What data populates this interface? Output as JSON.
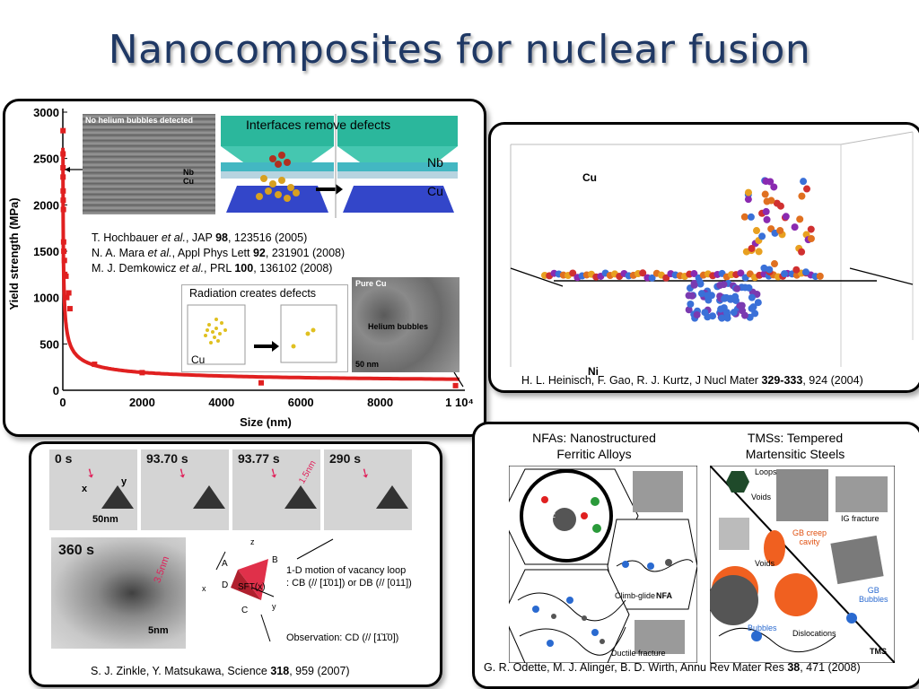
{
  "title": "Nanocomposites for nuclear fusion",
  "panel1": {
    "chart_data": {
      "type": "scatter",
      "xlabel": "Size (nm)",
      "ylabel": "Yield strength (MPa)",
      "xlim": [
        0,
        10000
      ],
      "ylim": [
        0,
        3000
      ],
      "x_ticks": [
        "0",
        "2000",
        "4000",
        "6000",
        "8000",
        "1 10⁴"
      ],
      "y_ticks": [
        "0",
        "500",
        "1000",
        "1500",
        "2000",
        "2500",
        "3000"
      ],
      "points": [
        {
          "x": 5,
          "y": 2800
        },
        {
          "x": 5,
          "y": 2550
        },
        {
          "x": 5,
          "y": 2400
        },
        {
          "x": 5,
          "y": 2300
        },
        {
          "x": 8,
          "y": 2150
        },
        {
          "x": 10,
          "y": 2050
        },
        {
          "x": 15,
          "y": 1950
        },
        {
          "x": 20,
          "y": 1600
        },
        {
          "x": 25,
          "y": 1500
        },
        {
          "x": 40,
          "y": 1400
        },
        {
          "x": 50,
          "y": 1250
        },
        {
          "x": 80,
          "y": 1230
        },
        {
          "x": 100,
          "y": 1000
        },
        {
          "x": 150,
          "y": 1050
        },
        {
          "x": 180,
          "y": 880
        },
        {
          "x": 800,
          "y": 280
        },
        {
          "x": 2000,
          "y": 190
        },
        {
          "x": 5000,
          "y": 80
        },
        {
          "x": 9900,
          "y": 50
        }
      ],
      "fit_curve": true,
      "color": "#e02020"
    },
    "inset_tem_label": "No helium bubbles detected",
    "inset_nb": "Nb",
    "inset_cu": "Cu",
    "md_title": "Interfaces remove defects",
    "md_nb": "Nb",
    "md_cu": "Cu",
    "refs": [
      {
        "pre": "T. Hochbauer ",
        "italic": "et al.",
        "mid": ", JAP ",
        "bold": "98",
        "post": ", 123516 (2005)"
      },
      {
        "pre": "N. A. Mara ",
        "italic": "et al.",
        "mid": ", Appl Phys Lett ",
        "bold": "92",
        "post": ", 231901 (2008)"
      },
      {
        "pre": "M. J. Demkowicz ",
        "italic": "et al.",
        "mid": ", PRL ",
        "bold": "100",
        "post": ", 136102 (2008)"
      }
    ],
    "rad_title": "Radiation creates defects",
    "rad_cu": "Cu",
    "purecu_label": "Pure Cu",
    "helium_label": "Helium bubbles",
    "scale_label": "50 nm"
  },
  "panel2": {
    "cu_label": "Cu",
    "ni_label": "Ni",
    "citation": {
      "pre": "H. L. Heinisch, F. Gao, R. J. Kurtz, J Nucl Mater ",
      "bold": "329-333",
      "post": ", 924 (2004)"
    }
  },
  "panel3": {
    "frames": [
      "0 s",
      "93.70 s",
      "93.77 s",
      "290 s"
    ],
    "frame_x": "x",
    "frame_y": "y",
    "scale_top": "50nm",
    "frame_large": "360 s",
    "measure_large": "3.5nm",
    "measure_small": "1.5nm",
    "scale_large": "5nm",
    "motion_line1": "1-D motion of vacancy loop",
    "motion_line2": ": CB (// [1̄01]) or DB (// [011])",
    "observation": "Observation: CD (// [1̄1̄0])",
    "sft_label": "SFT(x)",
    "tetra": {
      "a": "A",
      "b": "B",
      "c": "C",
      "d": "D",
      "z": "z",
      "x": "x",
      "y": "y"
    },
    "citation": {
      "pre": "S. J. Zinkle, Y. Matsukawa, Science ",
      "bold": "318",
      "post": ", 959 (2007)"
    }
  },
  "panel4": {
    "nfa_title1": "NFAs: Nanostructured",
    "nfa_title2": "Ferritic Alloys",
    "tms_title1": "TMSs: Tempered",
    "tms_title2": "Martensitic Steels",
    "nf": "NF",
    "climb": "Climb-glide",
    "nfa": "NFA",
    "ductile": "Ductile fracture",
    "loops": "Loops",
    "voids1": "Voids",
    "ig": "IG fracture",
    "gb_creep1": "GB creep",
    "gb_creep2": "cavity",
    "voids2": "Voids",
    "gb_bubbles1": "GB",
    "gb_bubbles2": "Bubbles",
    "bubbles": "Bubbles",
    "dislocations": "Dislocations",
    "tms": "TMS",
    "citation": {
      "pre": "G. R. Odette, M. J. Alinger, B. D. Wirth, Annu Rev Mater Res ",
      "bold": "38",
      "post": ", 471 (2008)"
    }
  }
}
